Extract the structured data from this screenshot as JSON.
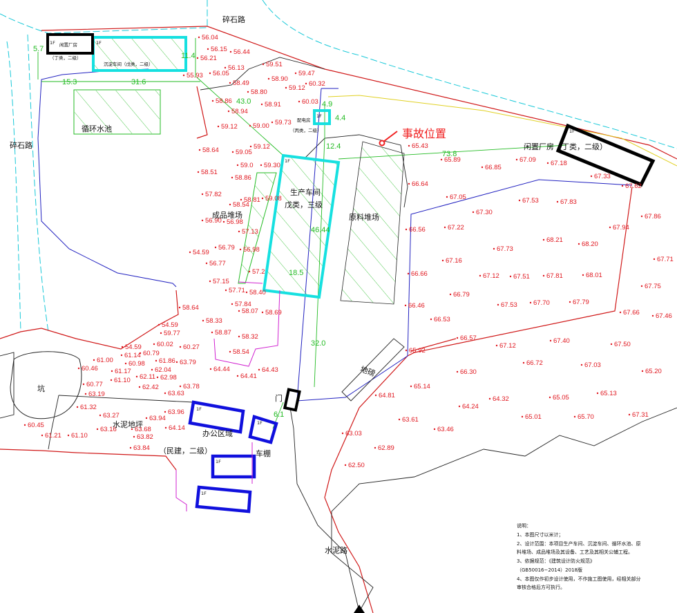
{
  "labels": {
    "road_top": "碎石路",
    "road_left": "碎石路",
    "pool": "循环水池",
    "product_yard": "成品堆场",
    "workshop_name": "生产车间",
    "workshop_class": "戊类，三级",
    "raw_yard": "原料堆场",
    "accident": "事故位置",
    "idle_plant_right": "闲置厂房（丁类，二级）",
    "idle_plant_left": "闲置厂房",
    "idle_plant_left_class": "（丁类，二级）",
    "sediment_shop": "沉淀车间（戊类，二级）",
    "power_room": "配电房",
    "power_room_class": "（丙类，二级）",
    "scale": "地磅",
    "pit": "坑",
    "cement_floor": "水泥地坪",
    "office": "办公区域",
    "office_class": "（民建，二级）",
    "carport": "车棚",
    "gate": "门",
    "cement_road": "水泥路",
    "floor_1f": "1F"
  },
  "dimensions": [
    "5.7",
    "15.3",
    "31.6",
    "11.4",
    "43.0",
    "4.9",
    "4.4",
    "12.4",
    "73.8",
    "46.44",
    "18.5",
    "32.0",
    "6.1"
  ],
  "notes": {
    "title": "说明：",
    "lines": [
      "1、本图尺寸以米计；",
      "2、设计范围：本项目生产车间、沉淀车间、循环水池、原",
      "料堆场、成品堆场及其设备、工艺及其相关公辅工程。",
      "3、依据规范：《建筑设计防火规范》",
      "（GB50016−2014）2018版",
      "4、本图仅作初步设计使用，不作施工图使用，经相关部分",
      "审核合格后方可执行。"
    ]
  },
  "elevations": [
    "56.04",
    "56.15",
    "56.44",
    "56.21",
    "56.13",
    "56.05",
    "55.93",
    "59.51",
    "59.47",
    "58.90",
    "58.49",
    "60.32",
    "59.12",
    "58.80",
    "58.86",
    "60.03",
    "58.91",
    "58.94",
    "59.73",
    "59.12",
    "59.00",
    "58.64",
    "59.05",
    "59.12",
    "59.30",
    "59.0",
    "58.51",
    "58.86",
    "57.82",
    "58.81",
    "59.08",
    "58.54",
    "56.90",
    "56.98",
    "57.13",
    "56.79",
    "56.98",
    "54.59",
    "56.77",
    "57.15",
    "57.2",
    "57.71",
    "58.40",
    "57.84",
    "58.07",
    "58.69",
    "58.64",
    "58.33",
    "54.59",
    "59.77",
    "58.87",
    "58.32",
    "60.02",
    "60.27",
    "54.59",
    "61.14",
    "60.79",
    "58.54",
    "61.00",
    "60.46",
    "60.98",
    "61.86",
    "63.79",
    "62.04",
    "64.44",
    "64.43",
    "61.17",
    "62.11",
    "62.98",
    "64.41",
    "61.10",
    "60.77",
    "62.42",
    "63.78",
    "63.19",
    "63.63",
    "61.32",
    "63.27",
    "63.96",
    "63.94",
    "63.16",
    "63.68",
    "64.14",
    "63.82",
    "63.84",
    "60.45",
    "61.21",
    "61.10",
    "65.43",
    "65.89",
    "67.09",
    "67.18",
    "66.85",
    "67.33",
    "66.64",
    "67.62",
    "67.05",
    "67.53",
    "67.83",
    "67.30",
    "67.86",
    "67.94",
    "66.56",
    "67.22",
    "68.21",
    "68.20",
    "67.73",
    "67.71",
    "67.16",
    "66.66",
    "67.12",
    "67.51",
    "67.81",
    "68.01",
    "67.75",
    "66.79",
    "66.46",
    "67.53",
    "67.70",
    "67.79",
    "67.66",
    "67.46",
    "66.53",
    "66.57",
    "67.12",
    "67.40",
    "67.50",
    "65.92",
    "66.72",
    "67.03",
    "65.20",
    "66.30",
    "65.14",
    "64.81",
    "64.32",
    "65.05",
    "65.13",
    "64.24",
    "65.01",
    "65.70",
    "67.31",
    "63.61",
    "63.46",
    "63.03",
    "62.89",
    "62.50"
  ],
  "colors": {
    "elevation": "#e0161e",
    "boundary": "#d01818",
    "dimension": "#22bb22",
    "building_cyan": "#16e0e0",
    "office_blue": "#1010dd",
    "contour": "#2020c0",
    "road_edge": "#16c8d8",
    "accident": "#f02020"
  }
}
